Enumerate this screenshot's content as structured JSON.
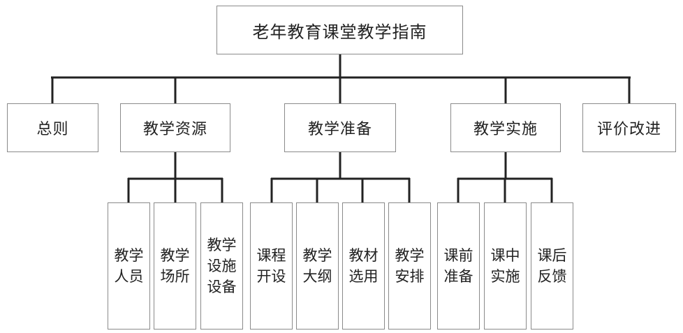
{
  "root": {
    "label": "老年教育课堂教学指南"
  },
  "level1": [
    {
      "label": "总则"
    },
    {
      "label": "教学资源"
    },
    {
      "label": "教学准备"
    },
    {
      "label": "教学实施"
    },
    {
      "label": "评价改进"
    }
  ],
  "leaves": {
    "resources": [
      {
        "label": "教学\n人员"
      },
      {
        "label": "教学\n场所"
      },
      {
        "label": "教学\n设施\n设备"
      }
    ],
    "preparation": [
      {
        "label": "课程\n开设"
      },
      {
        "label": "教学\n大纲"
      },
      {
        "label": "教材\n选用"
      },
      {
        "label": "教学\n安排"
      }
    ],
    "implementation": [
      {
        "label": "课前\n准备"
      },
      {
        "label": "课中\n实施"
      },
      {
        "label": "课后\n反馈"
      }
    ]
  }
}
